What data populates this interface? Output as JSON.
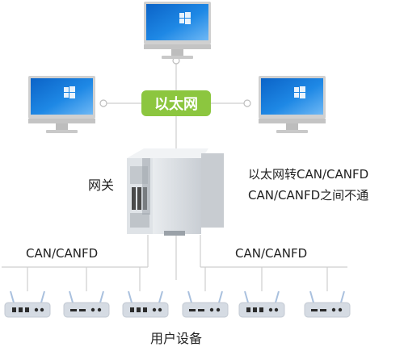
{
  "colors": {
    "ethernet_badge": "#8cc63f",
    "line": "#cfcfcf",
    "screen": "#1e88e5",
    "monitor_body": "#c9c9c9",
    "device": "#d5dbe3",
    "device_port": "#2b2b2b"
  },
  "labels": {
    "ethernet": "以太网",
    "gateway": "网关",
    "description_line1": "以太网转CAN/CANFD",
    "description_line2": "CAN/CANFD之间不通",
    "can_left": "CAN/CANFD",
    "can_right": "CAN/CANFD",
    "user_devices": "用户设备"
  },
  "icons": {
    "computer": "desktop-monitor-icon",
    "gateway": "din-rail-gateway-icon",
    "user_device": "router-device-icon"
  },
  "computers": [
    {
      "name": "top"
    },
    {
      "name": "left"
    },
    {
      "name": "right"
    }
  ],
  "user_devices": [
    {
      "id": 1,
      "port_style": "square-dots"
    },
    {
      "id": 2,
      "port_style": "dash-dots"
    },
    {
      "id": 3,
      "port_style": "square-dots"
    },
    {
      "id": 4,
      "port_style": "dash-dots"
    },
    {
      "id": 5,
      "port_style": "square-dots"
    },
    {
      "id": 6,
      "port_style": "dash-dots"
    }
  ]
}
